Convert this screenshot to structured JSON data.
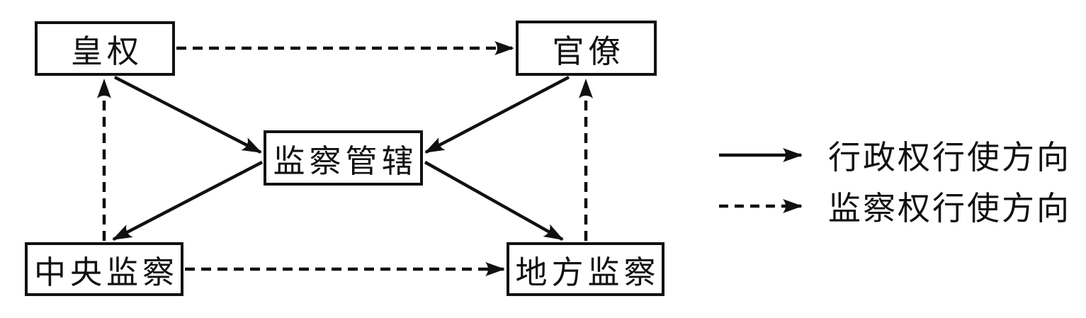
{
  "diagram": {
    "background": "#ffffff",
    "line_color": "#111111",
    "nodes": {
      "huangquan": {
        "label": "皇权"
      },
      "guanliao": {
        "label": "官僚"
      },
      "jianchaguanxia": {
        "label": "监察管辖"
      },
      "zhongyangjiancha": {
        "label": "中央监察"
      },
      "difangjiancha": {
        "label": "地方监察"
      }
    },
    "edges": [
      {
        "from": "皇权",
        "to": "官僚",
        "style": "dashed"
      },
      {
        "from": "中央监察",
        "to": "皇权",
        "style": "dashed"
      },
      {
        "from": "地方监察",
        "to": "官僚",
        "style": "dashed"
      },
      {
        "from": "中央监察",
        "to": "地方监察",
        "style": "dashed"
      },
      {
        "from": "皇权",
        "to": "监察管辖",
        "style": "solid"
      },
      {
        "from": "官僚",
        "to": "监察管辖",
        "style": "solid"
      },
      {
        "from": "监察管辖",
        "to": "中央监察",
        "style": "solid"
      },
      {
        "from": "监察管辖",
        "to": "地方监察",
        "style": "solid"
      }
    ],
    "legend": {
      "solid": {
        "label": "行政权行使方向"
      },
      "dashed": {
        "label": "监察权行使方向"
      }
    }
  }
}
